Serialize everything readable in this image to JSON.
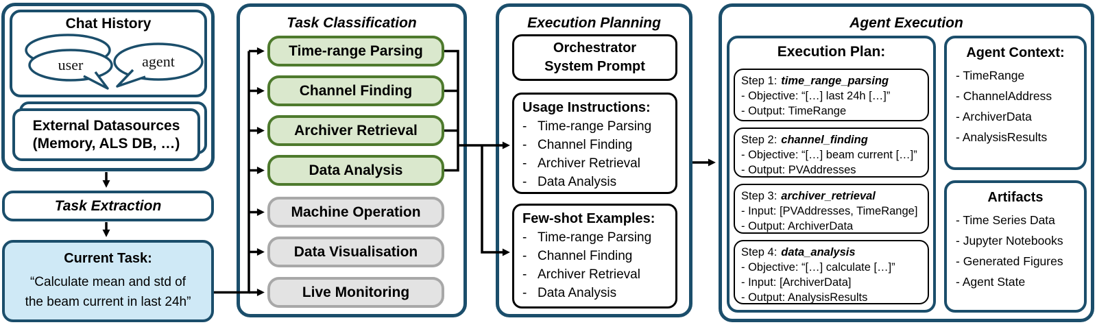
{
  "bullet": "-",
  "colors": {
    "navy_border": "#1b4e6b",
    "green_border": "#4e7a2d",
    "green_fill": "#dae8cd",
    "gray_border": "#a8a8a8",
    "gray_fill": "#e3e3e3",
    "lightblue_fill": "#cfe9f6",
    "connector_black": "#000000"
  },
  "left": {
    "chat_history": {
      "title": "Chat History",
      "user_label": "user",
      "agent_label": "agent"
    },
    "external_datasources": {
      "line1": "External Datasources",
      "line2": "(Memory, ALS DB, …)"
    },
    "task_extraction": {
      "label": "Task Extraction"
    },
    "current_task": {
      "title": "Current Task:",
      "line1": "“Calculate mean and std of",
      "line2": "the beam current in last 24h”"
    }
  },
  "task_classification": {
    "title": "Task Classification",
    "active_tasks": [
      "Time-range Parsing",
      "Channel Finding",
      "Archiver Retrieval",
      "Data Analysis"
    ],
    "inactive_tasks": [
      "Machine Operation",
      "Data Visualisation",
      "Live Monitoring"
    ]
  },
  "execution_planning": {
    "title": "Execution Planning",
    "orchestrator": {
      "line1": "Orchestrator",
      "line2": "System Prompt"
    },
    "usage_instructions": {
      "title": "Usage Instructions:",
      "items": [
        "Time-range Parsing",
        "Channel Finding",
        "Archiver Retrieval",
        "Data Analysis"
      ]
    },
    "few_shot_examples": {
      "title": "Few-shot Examples:",
      "items": [
        "Time-range Parsing",
        "Channel Finding",
        "Archiver Retrieval",
        "Data Analysis"
      ]
    }
  },
  "agent_execution": {
    "title": "Agent Execution",
    "execution_plan": {
      "title": "Execution Plan:",
      "steps": [
        {
          "label": "Step 1:",
          "name": "time_range_parsing",
          "lines": [
            "- Objective: “[…] last 24h […]”",
            "- Output: TimeRange"
          ]
        },
        {
          "label": "Step 2:",
          "name": "channel_finding",
          "lines": [
            "- Objective: “[…] beam current […]”",
            "- Output: PVAddresses"
          ]
        },
        {
          "label": "Step 3:",
          "name": "archiver_retrieval",
          "lines": [
            "- Input: [PVAddresses, TimeRange]",
            "- Output: ArchiverData"
          ]
        },
        {
          "label": "Step 4:",
          "name": "data_analysis",
          "lines": [
            "- Objective: “[…] calculate […]”",
            "- Input: [ArchiverData]",
            "- Output: AnalysisResults"
          ]
        }
      ]
    },
    "agent_context": {
      "title": "Agent Context:",
      "items": [
        "- TimeRange",
        "- ChannelAddress",
        "- ArchiverData",
        "- AnalysisResults"
      ]
    },
    "artifacts": {
      "title": "Artifacts",
      "items": [
        "- Time Series Data",
        "- Jupyter Notebooks",
        "- Generated Figures",
        "- Agent State"
      ]
    }
  }
}
